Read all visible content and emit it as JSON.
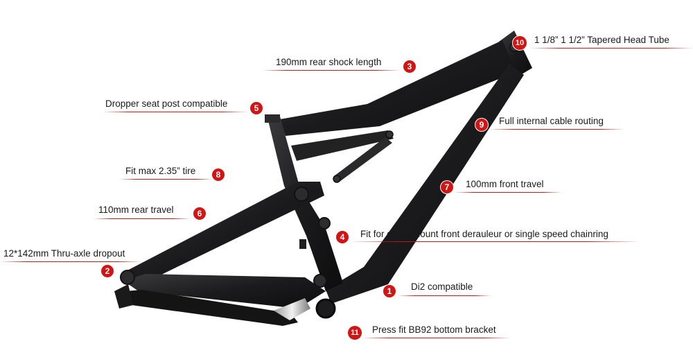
{
  "callouts": [
    {
      "id": "c10",
      "number": "10",
      "label": "1  1/8” 1 1/2” Tapered Head Tube"
    },
    {
      "id": "c3",
      "number": "3",
      "label": "190mm rear shock length"
    },
    {
      "id": "c5",
      "number": "5",
      "label": "Dropper seat post compatible"
    },
    {
      "id": "c9",
      "number": "9",
      "label": "Full internal cable routing"
    },
    {
      "id": "c8",
      "number": "8",
      "label": "Fit max 2.35” tire"
    },
    {
      "id": "c7",
      "number": "7",
      "label": "100mm front travel"
    },
    {
      "id": "c6",
      "number": "6",
      "label": "110mm rear travel"
    },
    {
      "id": "c4",
      "number": "4",
      "label": "Fit for direct mount front derauleur or single speed chainring"
    },
    {
      "id": "c2",
      "number": "2",
      "label": "12*142mm Thru-axle dropout"
    },
    {
      "id": "c1",
      "number": "1",
      "label": "Di2 compatible"
    },
    {
      "id": "c11",
      "number": "11",
      "label": "Press fit BB92 bottom bracket"
    }
  ],
  "colors": {
    "badge": "#d11515",
    "underline": "#c21a1a",
    "frame": "#1b1b1d"
  },
  "image": {
    "subject": "full-suspension carbon bicycle frame"
  }
}
